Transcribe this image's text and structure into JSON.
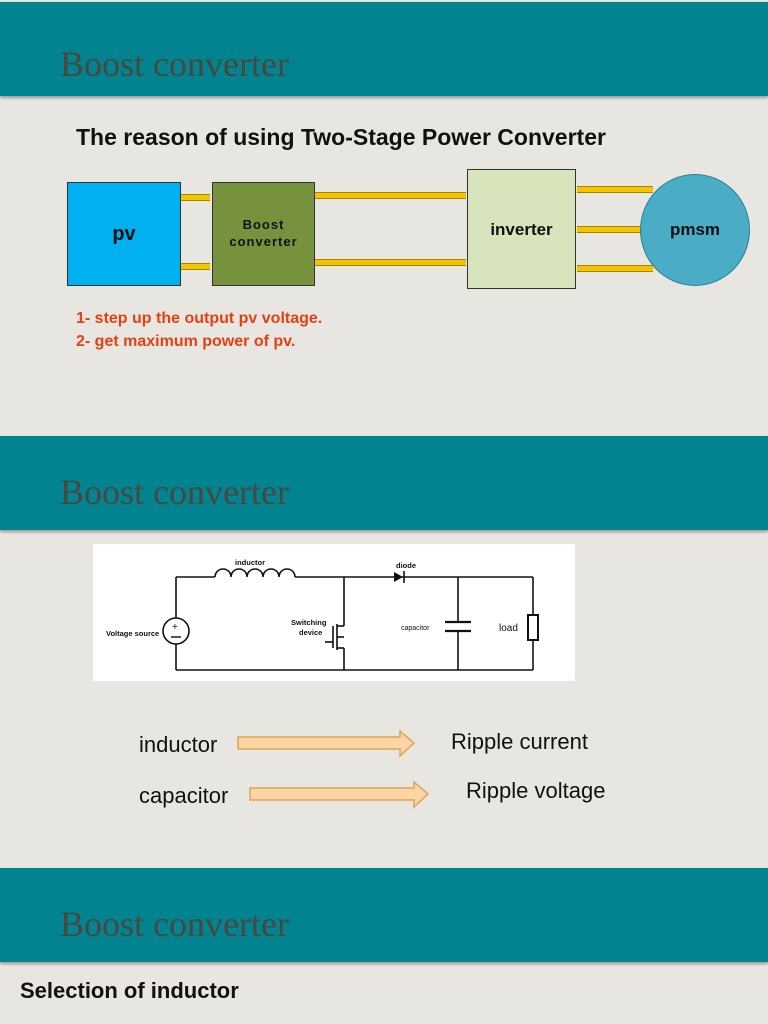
{
  "slides": [
    {
      "title": "Boost converter",
      "subtitle": "The reason of using Two-Stage Power Converter",
      "diagram": {
        "pv": "pv",
        "boost_line1": "Boost",
        "boost_line2": "converter",
        "inverter": "inverter",
        "pmsm": "pmsm"
      },
      "reasons": [
        "1- step up the output pv voltage.",
        "2- get maximum power of pv."
      ]
    },
    {
      "title": "Boost converter",
      "circuit": {
        "inductor": "inductor",
        "diode": "diode",
        "voltage_source": "Voltage source",
        "switching_line1": "Switching",
        "switching_line2": "device",
        "capacitor": "capacitor",
        "load": "load"
      },
      "relations": [
        {
          "component": "inductor",
          "effect": "Ripple current"
        },
        {
          "component": "capacitor",
          "effect": "Ripple voltage"
        }
      ]
    },
    {
      "title": "Boost converter",
      "subtitle": "Selection of  inductor"
    }
  ],
  "colors": {
    "band": "#028490",
    "background": "#e8e6e1",
    "pv_box": "#00b0f0",
    "boost_box": "#77923c",
    "inverter_box": "#d8e4bc",
    "pmsm_circle": "#4bacc6",
    "wire": "#f5c400",
    "reason_text": "#e5400f",
    "arrow_fill": "#fbd5a4"
  }
}
